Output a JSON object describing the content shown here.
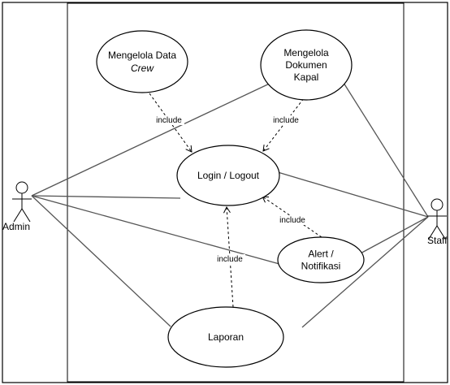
{
  "actors": [
    {
      "id": "admin",
      "label": "Admin"
    },
    {
      "id": "staff",
      "label": "Staff"
    }
  ],
  "use_cases": [
    {
      "id": "crew",
      "lines": [
        {
          "text": "Mengelola Data",
          "italic": false
        },
        {
          "text": "Crew",
          "italic": true
        }
      ]
    },
    {
      "id": "dokumen",
      "lines": [
        {
          "text": "Mengelola",
          "italic": false
        },
        {
          "text": "Dokumen",
          "italic": false
        },
        {
          "text": "Kapal",
          "italic": false
        }
      ]
    },
    {
      "id": "login",
      "lines": [
        {
          "text": "Login / Logout",
          "italic": false
        }
      ]
    },
    {
      "id": "alert",
      "lines": [
        {
          "text": "Alert /",
          "italic": false
        },
        {
          "text": "Notifikasi",
          "italic": false
        }
      ]
    },
    {
      "id": "laporan",
      "lines": [
        {
          "text": "Laporan",
          "italic": false
        }
      ]
    }
  ],
  "associations": [
    {
      "from": "admin",
      "to": "dokumen"
    },
    {
      "from": "admin",
      "to": "login"
    },
    {
      "from": "admin",
      "to": "alert"
    },
    {
      "from": "admin",
      "to": "laporan"
    },
    {
      "from": "staff",
      "to": "dokumen"
    },
    {
      "from": "staff",
      "to": "login"
    },
    {
      "from": "staff",
      "to": "alert"
    },
    {
      "from": "staff",
      "to": "laporan"
    }
  ],
  "includes": [
    {
      "from": "crew",
      "to": "login",
      "label": "include"
    },
    {
      "from": "dokumen",
      "to": "login",
      "label": "include"
    },
    {
      "from": "alert",
      "to": "login",
      "label": "include"
    },
    {
      "from": "laporan",
      "to": "login",
      "label": "include"
    }
  ]
}
